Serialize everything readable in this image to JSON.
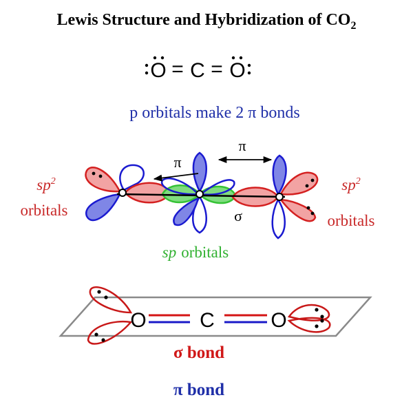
{
  "title": {
    "main": "Lewis Structure and Hybridization of CO",
    "sub": "2"
  },
  "lewis": {
    "left_atom": "O",
    "center_atom": "C",
    "right_atom": "O",
    "bond": "="
  },
  "caption_p_orbitals": "p orbitals make 2 π bonds",
  "orbital_diagram": {
    "pi_label_left": "π",
    "pi_label_right": "π",
    "sigma_label": "σ",
    "sp2_left": {
      "hyb": "sp",
      "sup": "2",
      "word": "orbitals"
    },
    "sp2_right": {
      "hyb": "sp",
      "sup": "2",
      "word": "orbitals"
    },
    "sp_orbitals": {
      "hyb": "sp",
      "word": "orbitals"
    }
  },
  "plane_structure": {
    "left_atom": "O",
    "center_atom": "C",
    "right_atom": "O"
  },
  "legend": {
    "sigma_bond": "σ bond",
    "pi_bond": "π bond"
  },
  "colors": {
    "red_lobe": "#f2a3a3",
    "red_stroke": "#d42020",
    "blue_lobe": "#7f86e6",
    "blue_stroke": "#1a1ad0",
    "green": "#35c235",
    "caption_blue": "#1f2fa8",
    "sigma_text": "#d01818",
    "pi_text": "#1f2fa8",
    "label_red": "#c82828"
  }
}
